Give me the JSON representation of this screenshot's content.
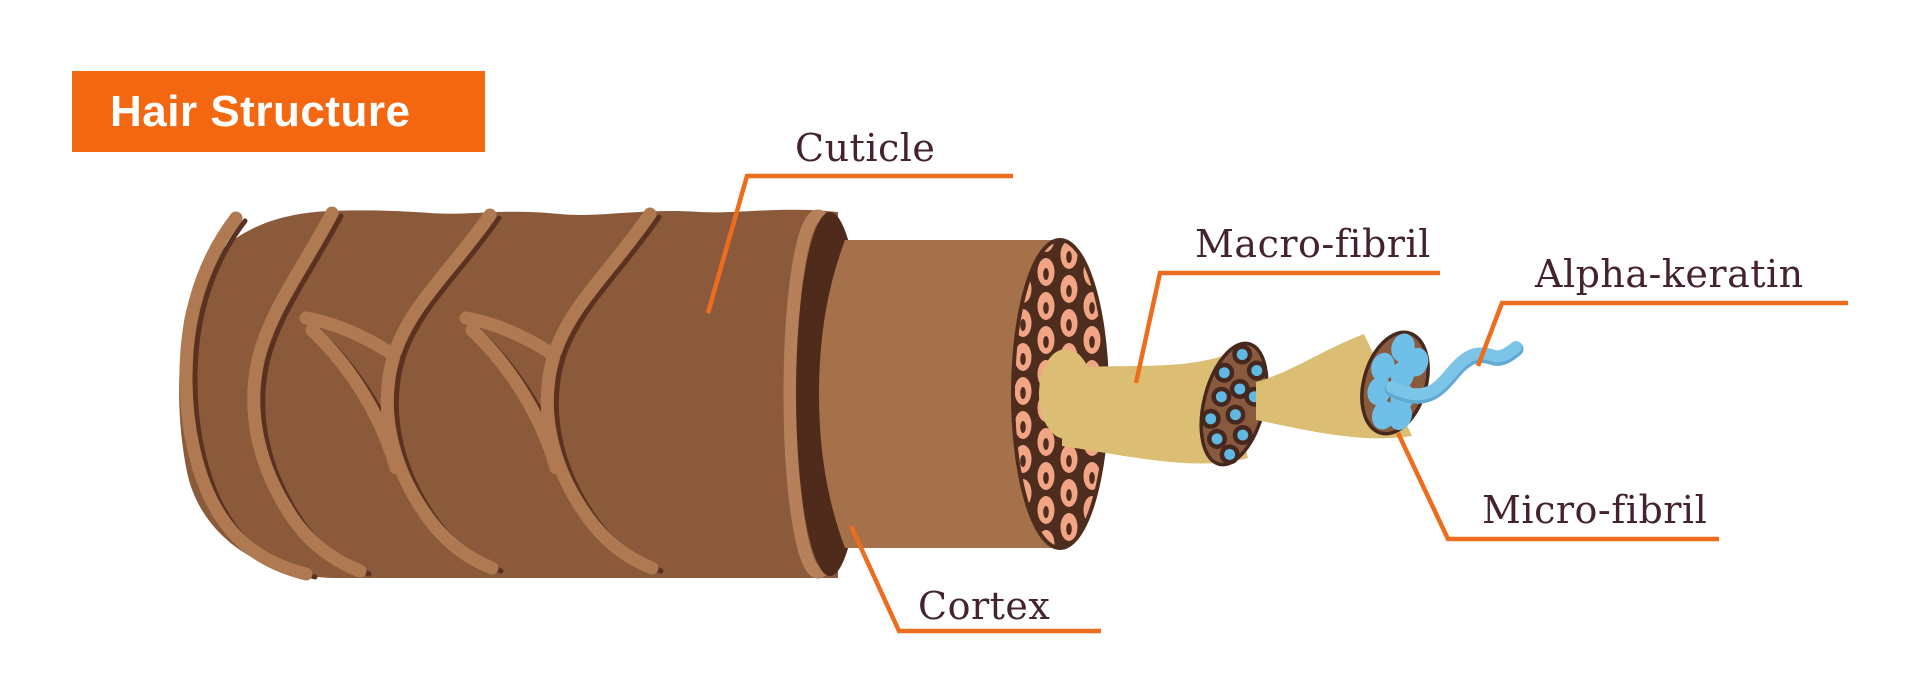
{
  "title": {
    "text": "Hair Structure"
  },
  "labels": {
    "cuticle": "Cuticle",
    "macro_fibril": "Macro-fibril",
    "alpha_keratin": "Alpha-keratin",
    "micro_fibril": "Micro-fibril",
    "cortex": "Cortex"
  },
  "figure": {
    "type": "anatomical-diagram",
    "subject": "Hair shaft structure, exploded cross-section view",
    "parts": [
      "Cuticle (outer scaled layer of hair shaft)",
      "Cortex (inner cylinder with cell cross-section)",
      "Macro-fibril (tan fibril pulled from cortex cell)",
      "Micro-fibril (smaller fibril pulled from macro-fibril)",
      "Alpha-keratin (blue coiled protein strand)"
    ]
  },
  "colors": {
    "accent_orange": "#F2670F",
    "leader_line_orange": "#ED6D1E",
    "label_text": "#45232E",
    "title_text": "#FFFFFF",
    "shaft_brown": "#8B5A3B",
    "scale_highlight": "#AF7A51",
    "scale_shadow_line": "#5A3222",
    "cut_edge_tan": "#B5805A",
    "rim_dark_brown": "#4E2B1A",
    "cortex_brown": "#A5714A",
    "cell_salmon": "#F2A584",
    "cell_outline": "#4F2D1E",
    "fibril_tan": "#DCBD74",
    "disc_brown": "#8A5A3F",
    "dot_ring_dark": "#46281E",
    "keratin_blue": "#7CC5E9",
    "keratin_blue_shade": "#5FA9D2"
  },
  "background": "#FFFFFF"
}
